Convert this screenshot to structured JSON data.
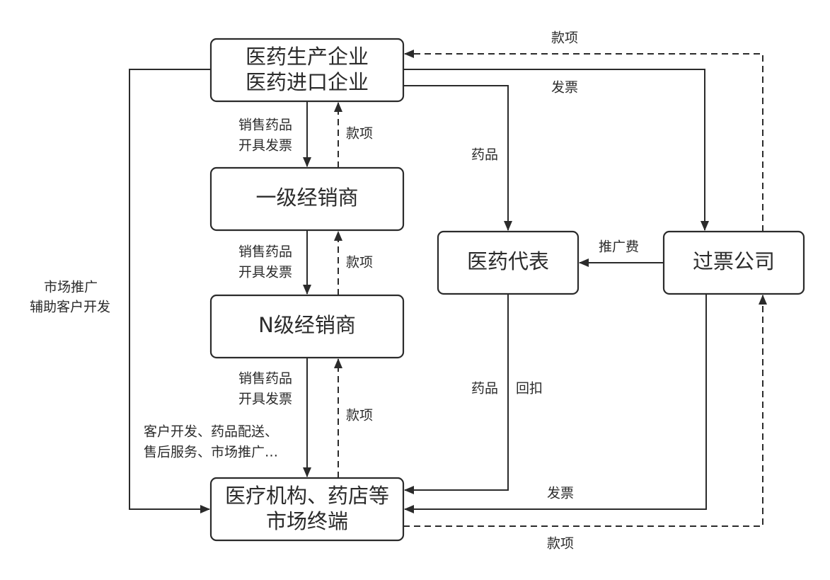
{
  "nodes": {
    "manufacturer": {
      "line1": "医药生产企业",
      "line2": "医药进口企业"
    },
    "tier1": {
      "label": "一级经销商"
    },
    "tierN": {
      "label": "N级经销商"
    },
    "rep": {
      "label": "医药代表"
    },
    "billing": {
      "label": "过票公司"
    },
    "terminal": {
      "line1": "医疗机构、药店等",
      "line2": "市场终端"
    }
  },
  "labels": {
    "sell_drugs": "销售药品",
    "issue_invoice": "开具发票",
    "payment": "款项",
    "invoice": "发票",
    "drugs": "药品",
    "promo_fee": "推广费",
    "rebate": "回扣",
    "market_promo": "市场推广",
    "assist_dev": "辅助客户开发",
    "services_line1": "客户开发、药品配送、",
    "services_line2": "售后服务、市场推广…"
  }
}
